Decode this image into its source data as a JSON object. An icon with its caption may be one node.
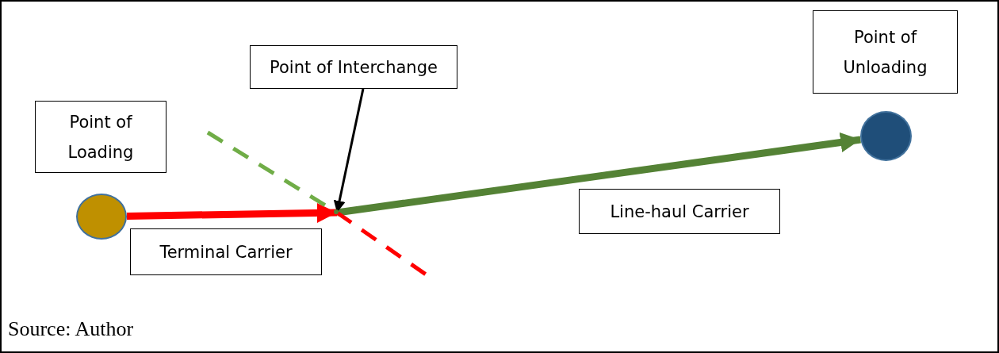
{
  "diagram": {
    "caption": "Source: Author",
    "nodes": [
      {
        "text": [
          "Point of Loading"
        ]
      },
      {
        "text": [
          "Point of Interchange"
        ]
      },
      {
        "text": [
          "Point of Unloading"
        ]
      },
      {
        "text": [
          "Terminal Carrier"
        ]
      },
      {
        "text": [
          "Line-haul Carrier"
        ]
      },
      {
        "text": [],
        "shape": "circle"
      },
      {
        "text": [],
        "shape": "point"
      },
      {
        "text": [],
        "shape": "circle"
      }
    ],
    "edges": [
      {
        "from": 5,
        "to": 6,
        "arrow": "to",
        "style": "thick",
        "color": "#ff0000"
      },
      {
        "from": 6,
        "to": 7,
        "arrow": "to",
        "style": "thick",
        "color": "#548235"
      },
      {
        "from": 1,
        "to": 6,
        "arrow": "to",
        "color": "#000000"
      },
      {
        "from": null,
        "to": 6,
        "arrow": "none",
        "style": "dashed",
        "color": "#70ad47"
      },
      {
        "from": 6,
        "to": null,
        "arrow": "none",
        "style": "dashed",
        "color": "#ff0000"
      }
    ]
  }
}
